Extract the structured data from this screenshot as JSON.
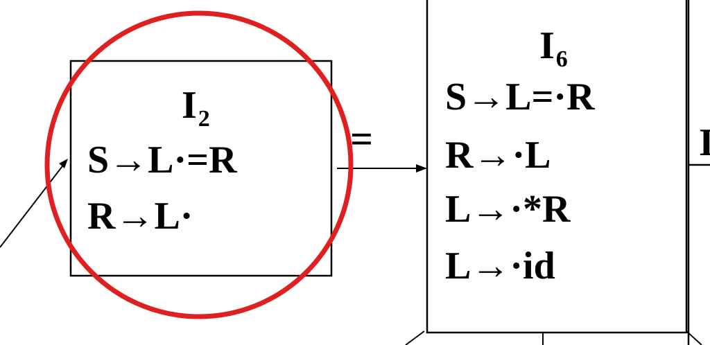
{
  "state_left": {
    "name": "I",
    "subscript": "2",
    "items": [
      "S→L·=R",
      "R→L·"
    ]
  },
  "state_right": {
    "name": "I",
    "subscript": "6",
    "items": [
      "S→L=·R",
      "R→·L",
      "L→·*R",
      "L→·id"
    ]
  },
  "transition": {
    "symbol": "="
  },
  "partial_text": {
    "right_edge": "I"
  },
  "colors": {
    "highlight_circle": "#e02020",
    "lines": "#000000"
  }
}
